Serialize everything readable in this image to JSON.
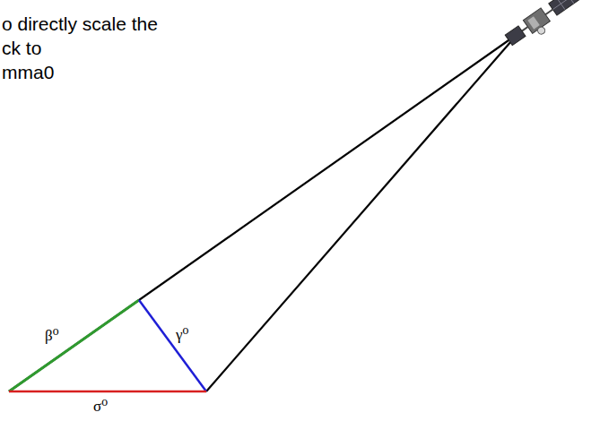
{
  "diagram": {
    "labels": [
      "o directly scale the",
      "ck to",
      "mma0",
      "β⁰",
      "γ⁰",
      "σ⁰"
    ]
  }
}
